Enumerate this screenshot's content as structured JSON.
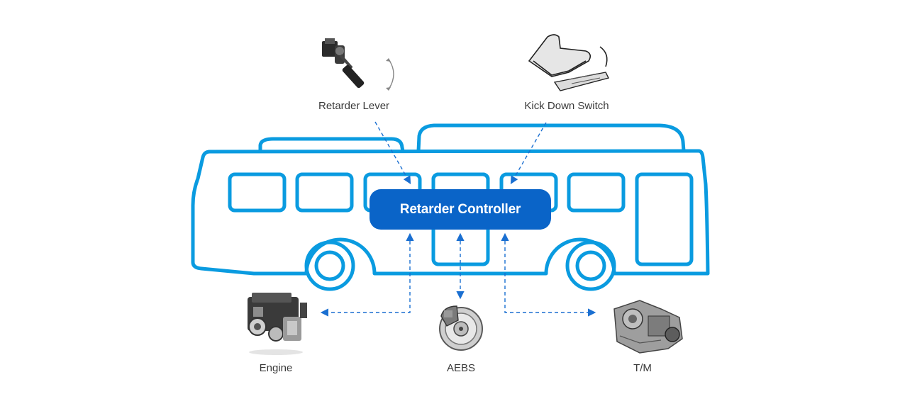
{
  "controller": {
    "label": "Retarder Controller"
  },
  "inputs": {
    "lever": {
      "label": "Retarder Lever",
      "icon": "retarder-lever-icon"
    },
    "kickdown": {
      "label": "Kick Down Switch",
      "icon": "pedal-foot-icon"
    }
  },
  "outputs": {
    "engine": {
      "label": "Engine",
      "icon": "engine-icon"
    },
    "aebs": {
      "label": "AEBS",
      "icon": "brake-disc-icon"
    },
    "tm": {
      "label": "T/M",
      "icon": "transmission-icon"
    }
  },
  "colors": {
    "bus_outline": "#0a9be0",
    "controller_fill": "#0a64c8",
    "arrow": "#1a6fd1",
    "label_text": "#3a3a3a"
  }
}
